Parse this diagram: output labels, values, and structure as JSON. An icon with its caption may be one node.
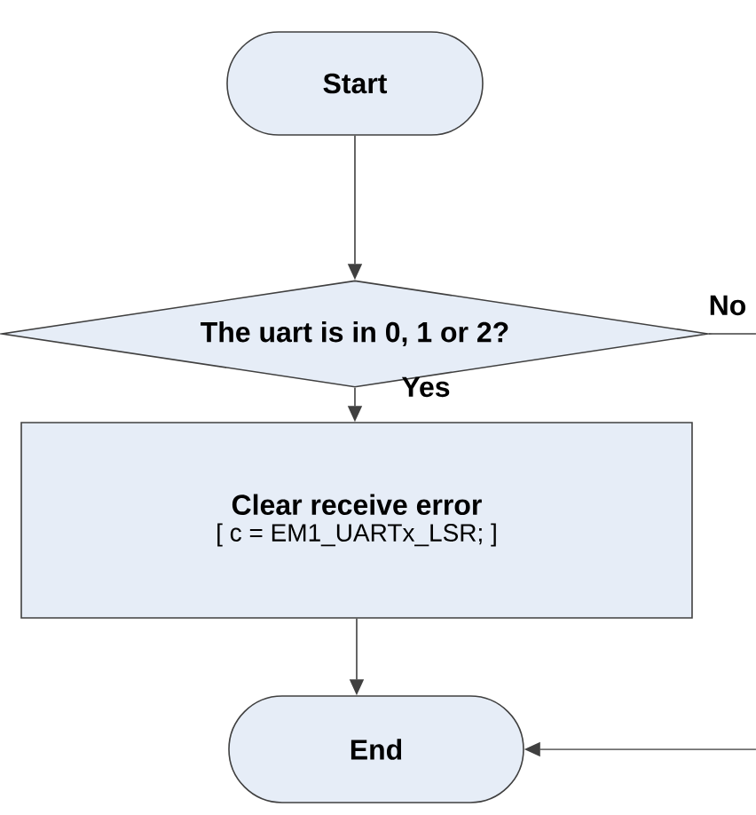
{
  "diagram": {
    "nodes": [
      {
        "text": [
          "Start"
        ]
      },
      {
        "text": [
          "The uart is in 0, 1 or 2?"
        ]
      },
      {
        "text": [
          "Clear receive error",
          "[ c = EM1_UARTx_LSR; ]"
        ]
      },
      {
        "text": [
          "End"
        ]
      }
    ],
    "edges": [
      {
        "from": 0,
        "to": 1,
        "arrow": "to"
      },
      {
        "from": 1,
        "to": 2,
        "arrow": "to",
        "label": "Yes"
      },
      {
        "from": 2,
        "to": 3,
        "arrow": "to"
      },
      {
        "from": 1,
        "to": null,
        "arrow": "none",
        "label": "No"
      },
      {
        "from": null,
        "to": 3,
        "arrow": "to"
      }
    ]
  }
}
